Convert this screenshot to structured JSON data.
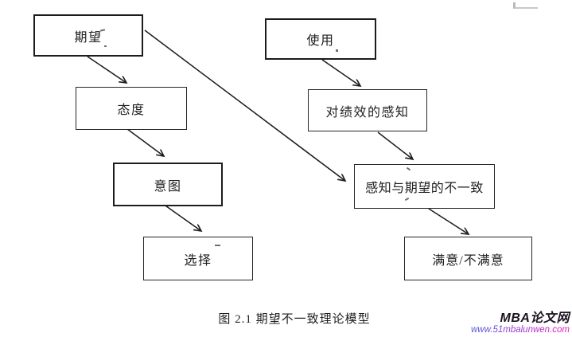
{
  "figure": {
    "caption": "图 2.1 期望不一致理论模型"
  },
  "diagram": {
    "nodes": {
      "expectation": {
        "label": "期望"
      },
      "use": {
        "label": "使用"
      },
      "attitude": {
        "label": "态度"
      },
      "performance_perception": {
        "label": "对绩效的感知"
      },
      "intention": {
        "label": "意图"
      },
      "disconfirmation": {
        "label": "感知与期望的不一致"
      },
      "choice": {
        "label": "选择"
      },
      "satisfaction": {
        "label": "满意/不满意"
      }
    },
    "edges": [
      {
        "from": "expectation",
        "to": "attitude"
      },
      {
        "from": "expectation",
        "to": "disconfirmation"
      },
      {
        "from": "attitude",
        "to": "intention"
      },
      {
        "from": "intention",
        "to": "choice"
      },
      {
        "from": "use",
        "to": "performance_perception"
      },
      {
        "from": "performance_perception",
        "to": "disconfirmation"
      },
      {
        "from": "disconfirmation",
        "to": "satisfaction"
      }
    ]
  },
  "watermark": {
    "site_name": "MBA论文网",
    "url": "www.51mbalunwen.com"
  },
  "colors": {
    "ink": "#1c1c1c",
    "watermark_name": "#1d1322",
    "url_gradient_start": "#4d5bd4",
    "url_gradient_mid": "#a332d8",
    "url_gradient_end": "#ef1cb6"
  }
}
